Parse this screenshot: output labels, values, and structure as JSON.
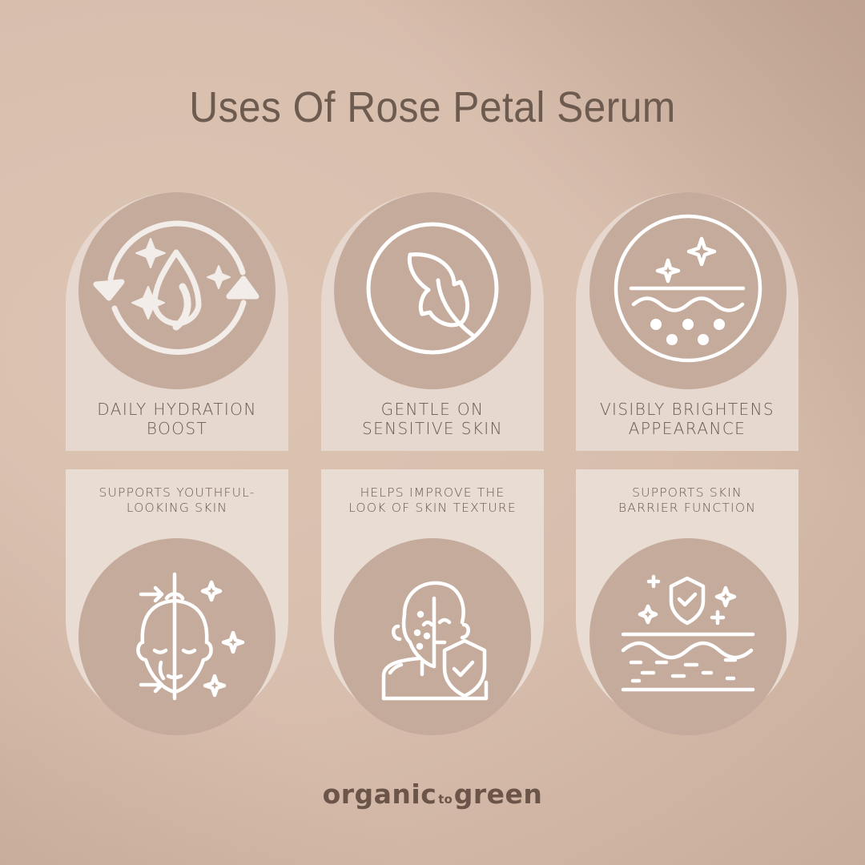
{
  "title": "Uses Of Rose Petal Serum",
  "colors": {
    "background": "#d9bfae",
    "panel": "#e6d8ce",
    "circle": "#c5ab9c",
    "icon_stroke": "#ffffff",
    "text": "#6a5a51"
  },
  "benefits_top": [
    {
      "label": "Daily Hydration Boost",
      "line1": "DAILY HYDRATION",
      "line2": "BOOST",
      "icon": "hydration-drop-cycle-icon"
    },
    {
      "label": "Gentle On Sensitive Skin",
      "line1": "GENTLE ON",
      "line2": "SENSITIVE SKIN",
      "icon": "leaf-icon"
    },
    {
      "label": "Visibly Brightens Appearance",
      "line1": "VISIBLY BRIGHTENS",
      "line2": "APPEARANCE",
      "icon": "skin-layer-sparkle-icon"
    }
  ],
  "benefits_bottom": [
    {
      "label": "Supports Youthful-Looking Skin",
      "line1": "SUPPORTS YOUTHFUL-",
      "line2": "LOOKING SKIN",
      "icon": "face-lift-icon"
    },
    {
      "label": "Helps Improve The Look Of Skin Texture",
      "line1": "HELPS IMPROVE THE",
      "line2": "LOOK OF SKIN TEXTURE",
      "icon": "face-texture-shield-icon"
    },
    {
      "label": "Supports Skin Barrier Function",
      "line1": "SUPPORTS SKIN",
      "line2": "BARRIER FUNCTION",
      "icon": "skin-barrier-shield-icon"
    }
  ],
  "brand": {
    "part1": "organic",
    "part2": "to",
    "part3": "green"
  }
}
